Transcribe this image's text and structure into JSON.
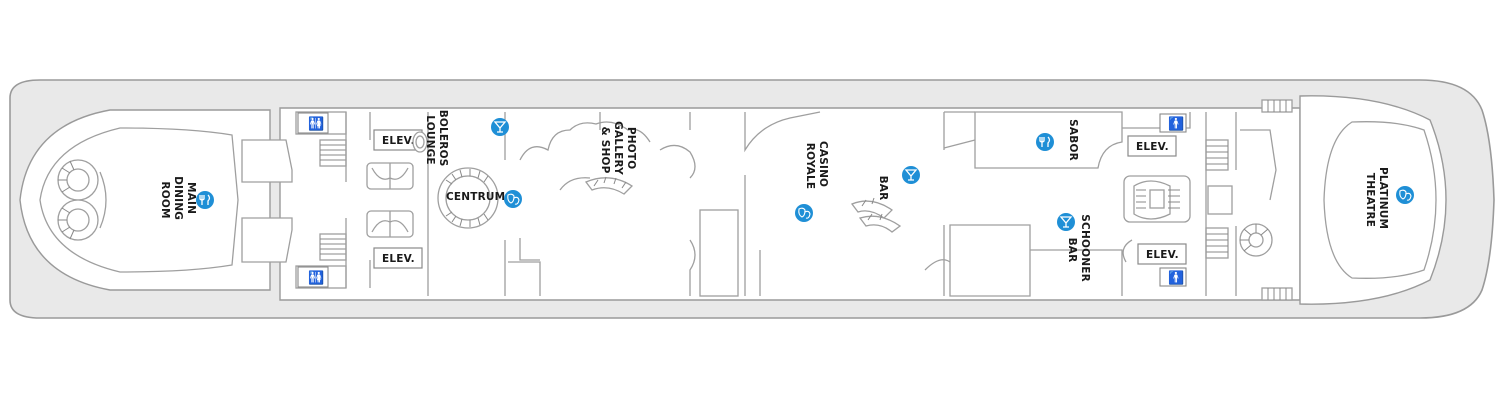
{
  "venues": {
    "main_dining_room": [
      "MAIN",
      "DINING",
      "ROOM"
    ],
    "boleros_lounge": [
      "BOLEROS",
      "LOUNGE"
    ],
    "centrum": "CENTRUM",
    "photo_gallery": [
      "PHOTO",
      "GALLERY",
      "& SHOP"
    ],
    "casino_royale": [
      "CASINO",
      "ROYALE"
    ],
    "bar": "BAR",
    "sabor": "SABOR",
    "schooner_bar": [
      "SCHOONER",
      "BAR"
    ],
    "platinum_theatre": [
      "PLATINUM",
      "THEATRE"
    ]
  },
  "elevator_label": "ELEV.",
  "icons": {
    "dining": "fork-knife-icon",
    "cocktail": "cocktail-glass-icon",
    "entertainment": "masks-icon",
    "restroom": "restroom-icon"
  },
  "colors": {
    "icon_blue": "#1f8fd6",
    "hull_fill": "#e9e9e9",
    "wall_stroke": "#9a9a9a"
  }
}
